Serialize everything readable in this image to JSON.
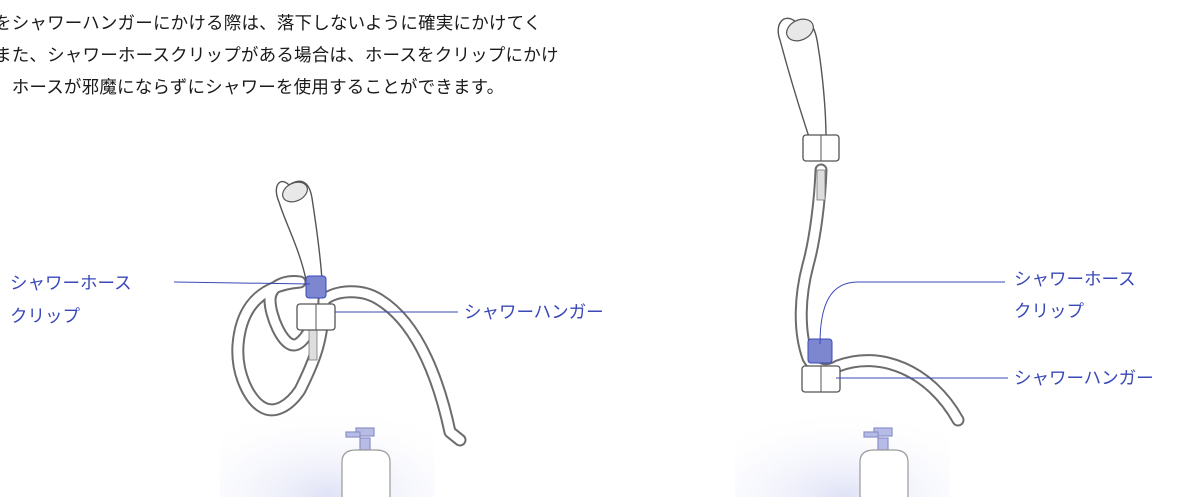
{
  "paragraph": [
    "をシャワーハンガーにかける際は、落下しないように確実にかけてく",
    "また、シャワーホースクリップがある場合は、ホースをクリップにかけ",
    "、ホースが邪魔にならずにシャワーを使用することができます。"
  ],
  "left_figure": {
    "clip_label_line1": "シャワーホース",
    "clip_label_line2": "クリップ",
    "hanger_label": "シャワーハンガー"
  },
  "right_figure": {
    "clip_label_line1": "シャワーホース",
    "clip_label_line2": "クリップ",
    "hanger_label": "シャワーハンガー"
  },
  "colors": {
    "callout": "#3a48b8",
    "clip_fill": "#7d87d0",
    "outline": "#555555",
    "glow": "#e6e8f8"
  }
}
